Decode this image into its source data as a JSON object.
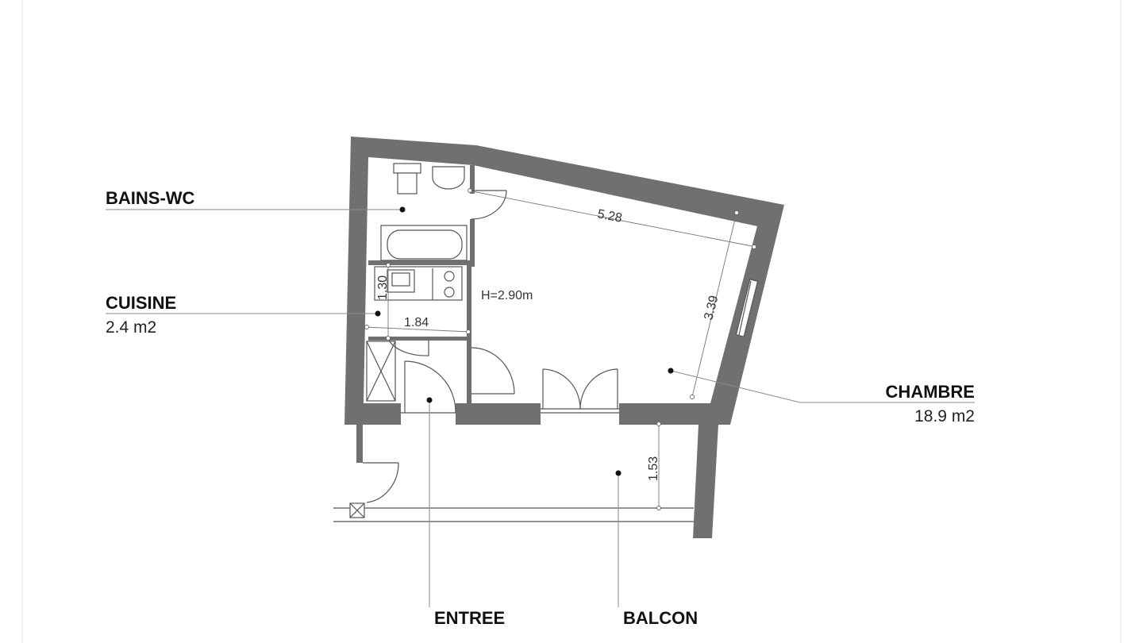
{
  "rooms": {
    "bains_wc": {
      "name": "BAINS-WC"
    },
    "cuisine": {
      "name": "CUISINE",
      "area": "2.4 m2"
    },
    "chambre": {
      "name": "CHAMBRE",
      "area": "18.9 m2"
    },
    "entree": {
      "name": "ENTREE"
    },
    "balcon": {
      "name": "BALCON"
    }
  },
  "dimensions": {
    "chambre_length": "5.28",
    "chambre_width": "3.39",
    "ceiling_height": "H=2.90m",
    "cuisine_depth": "1.30",
    "cuisine_width": "1.84",
    "balcon_depth": "1.53"
  },
  "colors": {
    "wall": "#707070",
    "line": "#555555",
    "text": "#111111"
  }
}
